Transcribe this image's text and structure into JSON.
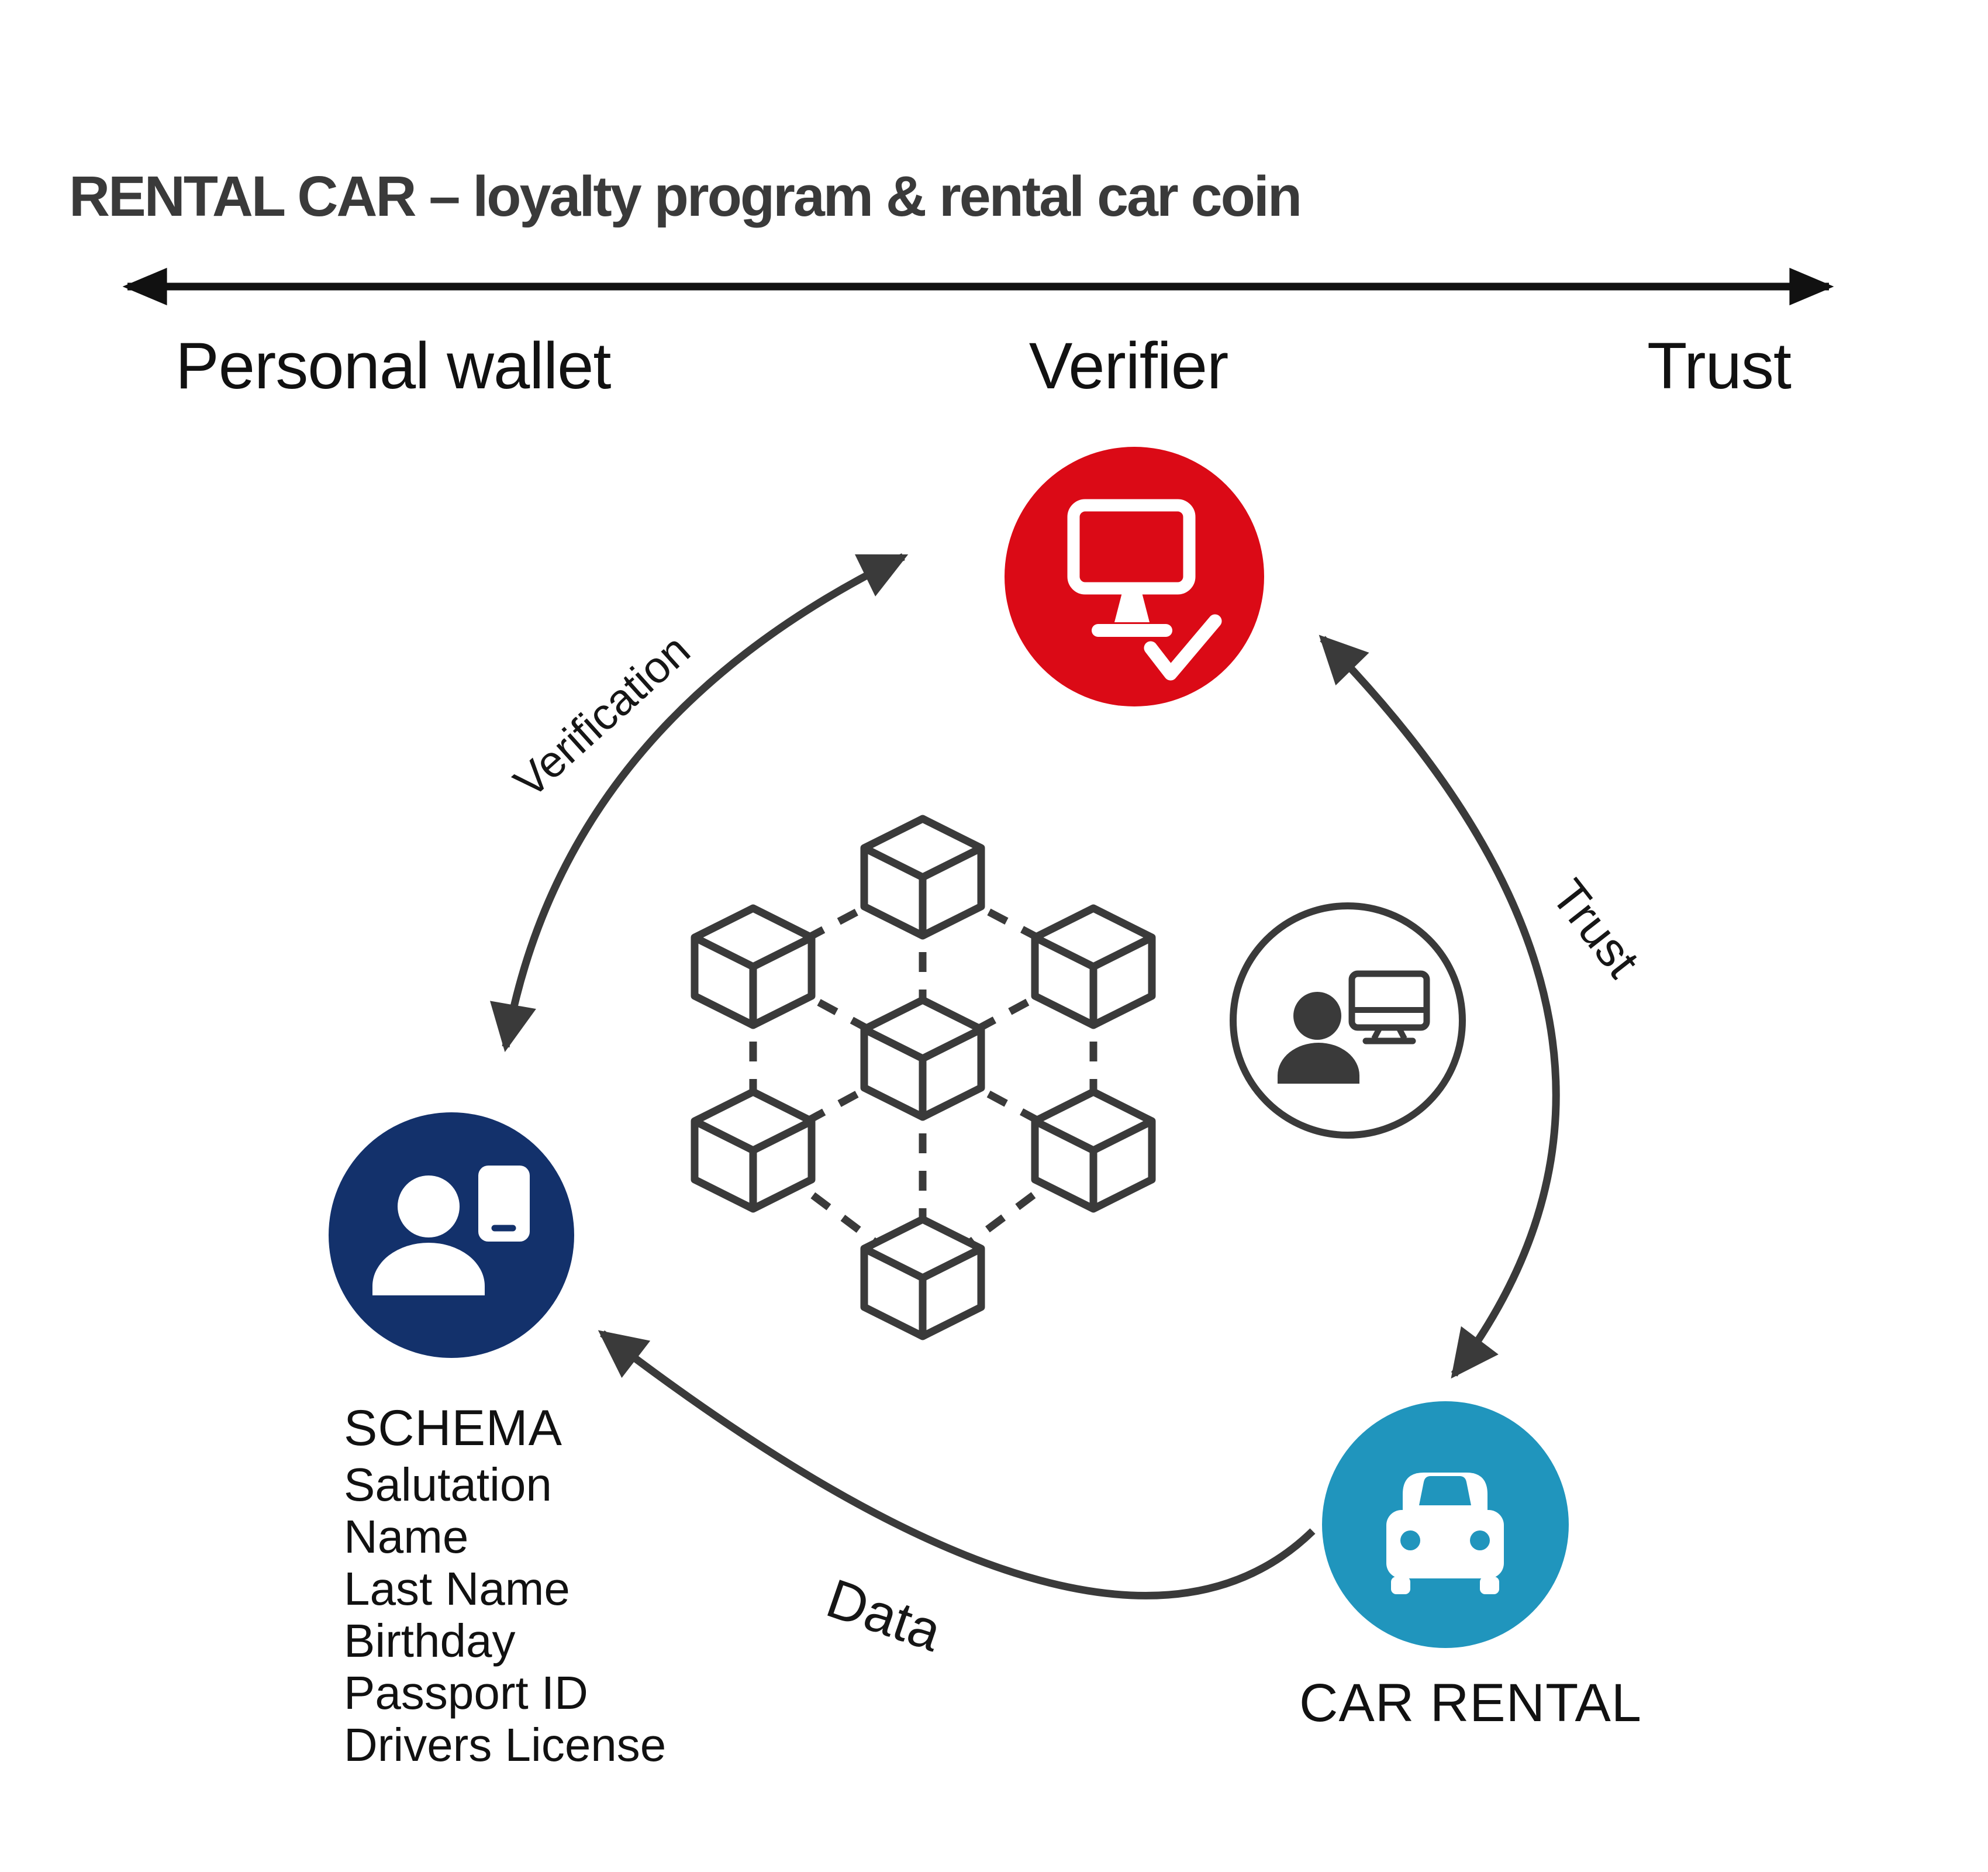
{
  "title": "RENTAL CAR – loyalty program & rental car coin",
  "axis": {
    "labels": [
      "Personal wallet",
      "Verifier",
      "Trust"
    ]
  },
  "flows": {
    "verification": "Verification",
    "trust": "Trust",
    "data": "Data"
  },
  "nodes": {
    "verifier": {
      "color": "#DB0A16",
      "icon": "monitor-check-icon"
    },
    "personal_wallet": {
      "color": "#13316B",
      "icon": "person-smartphone-icon"
    },
    "car_rental": {
      "color": "#2095BD",
      "icon": "car-icon",
      "label": "CAR RENTAL"
    },
    "trust_anchor": {
      "color": "#FFFFFF",
      "icon": "person-monitor-icon"
    }
  },
  "schema": {
    "heading": "SCHEMA",
    "fields": [
      "Salutation",
      "Name",
      "Last Name",
      "Birthday",
      "Passport ID",
      "Drivers License"
    ]
  },
  "blockchain": {
    "icon": "blockchain-cubes-icon",
    "cube_count": 7
  },
  "colors": {
    "ink": "#1A1A1A",
    "stroke": "#3A3A3A",
    "red": "#DB0A16",
    "navy": "#13316B",
    "teal": "#2095BD"
  }
}
